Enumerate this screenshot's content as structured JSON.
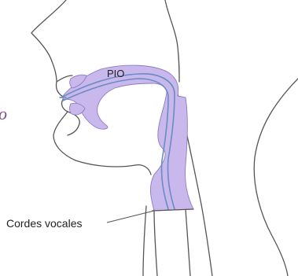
{
  "labels": {
    "pio": "PIO",
    "vocal_cords": "Cordes vocales",
    "side_text": "o"
  },
  "colors": {
    "tract_fill": "#c9b8ec",
    "flow_line": "#6a8bc4",
    "outline": "#555555"
  }
}
